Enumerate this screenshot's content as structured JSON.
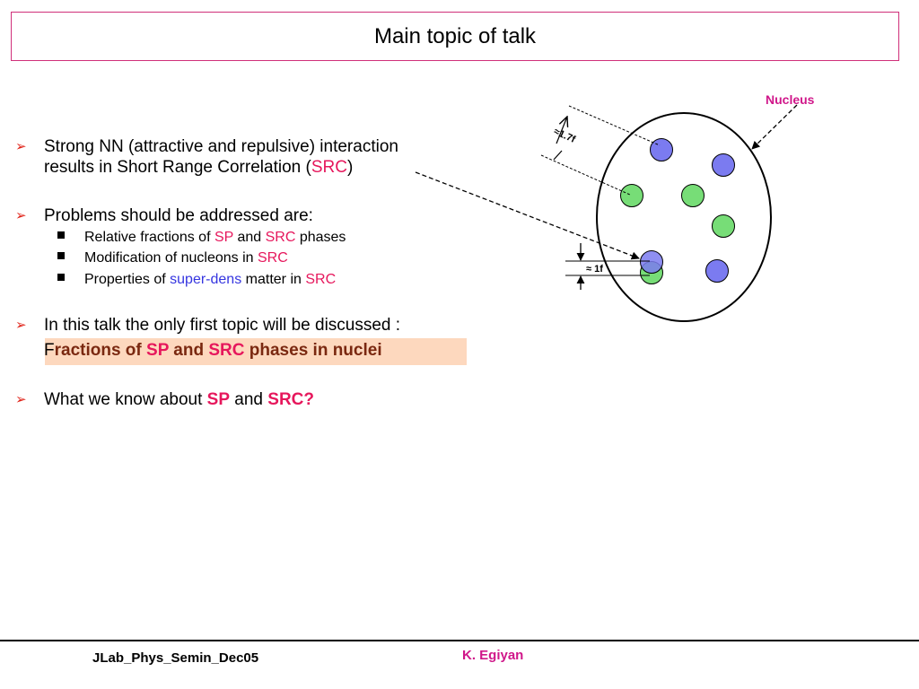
{
  "title": "Main topic of talk",
  "bullets": {
    "b1_line1": "Strong NN (attractive and repulsive) interaction",
    "b1_line2_pre": "results in Short Range Correlation (",
    "b1_line2_src": "SRC",
    "b1_line2_post": ")",
    "b2": "Problems should be addressed are:",
    "sub1_pre": "Relative fractions of ",
    "sub1_sp": "SP",
    "sub1_mid": " and ",
    "sub1_src": "SRC",
    "sub1_post": " phases",
    "sub2_pre": "Modification of nucleons  in ",
    "sub2_src": "SRC",
    "sub3_pre": "Properties of  ",
    "sub3_sd": "super-dens",
    "sub3_mid": " matter in ",
    "sub3_src": "SRC",
    "b3": "In this talk the only first topic will be discussed :",
    "hl_f": "F",
    "hl_pre": "ractions of ",
    "hl_sp": "SP",
    "hl_mid": " and ",
    "hl_src": "SRC",
    "hl_post": " phases in nuclei",
    "b4_pre": "What we know about ",
    "b4_sp": "SP",
    "b4_mid": " and ",
    "b4_src": "SRC?"
  },
  "diagram": {
    "nucleus_label": "Nucleus",
    "distance_long": "≈1.7f",
    "distance_short": "≈ 1f",
    "colors": {
      "proton": "#7b7bf0",
      "neutron": "#77dd77",
      "outline": "#000000"
    }
  },
  "footer": {
    "left": "JLab_Phys_Semin_Dec05",
    "right": "K. Egiyan"
  },
  "icons": [
    "bullet-arrow-icon",
    "square-bullet-icon"
  ]
}
